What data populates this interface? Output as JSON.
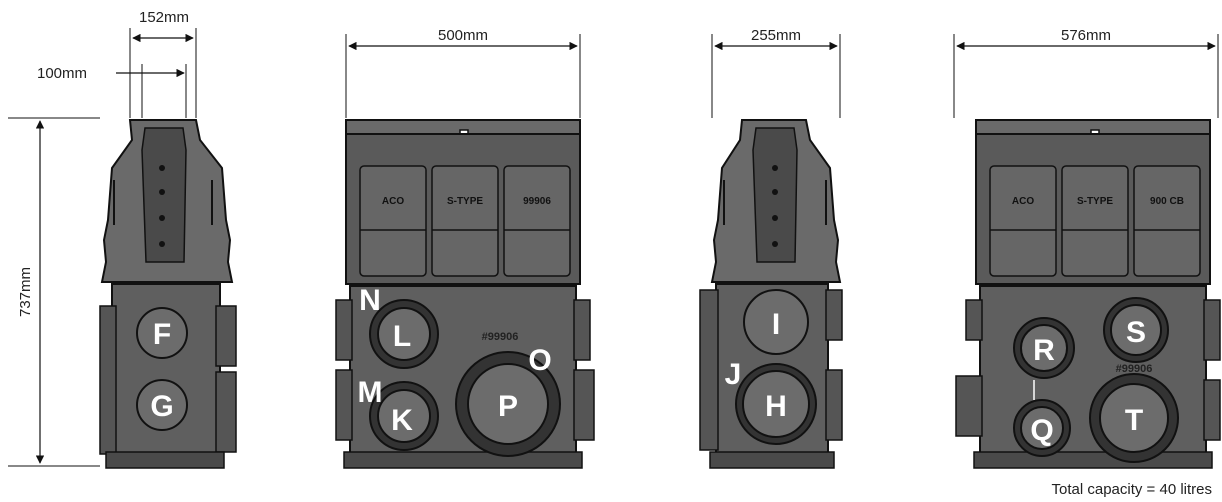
{
  "dimensions": {
    "v1_outer_width": "152mm",
    "v1_inner_width": "100mm",
    "height": "737mm",
    "v2_width": "500mm",
    "v3_width": "255mm",
    "v4_width": "576mm"
  },
  "emboss": {
    "v2_panels": [
      "ACO",
      "S-TYPE",
      "99906"
    ],
    "v4_panels": [
      "ACO",
      "S-TYPE",
      "900 CB"
    ],
    "v2_body_code": "#99906",
    "v4_body_code": "#99906"
  },
  "ports": {
    "F": "F",
    "G": "G",
    "N": "N",
    "L": "L",
    "M": "M",
    "K": "K",
    "O": "O",
    "P": "P",
    "I": "I",
    "J": "J",
    "H": "H",
    "R": "R",
    "S": "S",
    "Q": "Q",
    "T": "T"
  },
  "caption": "Total capacity = 40 litres",
  "colors": {
    "body": "#5f5f5f",
    "body_dark": "#3a3a3a",
    "outline": "#111111",
    "label": "#ffffff"
  }
}
